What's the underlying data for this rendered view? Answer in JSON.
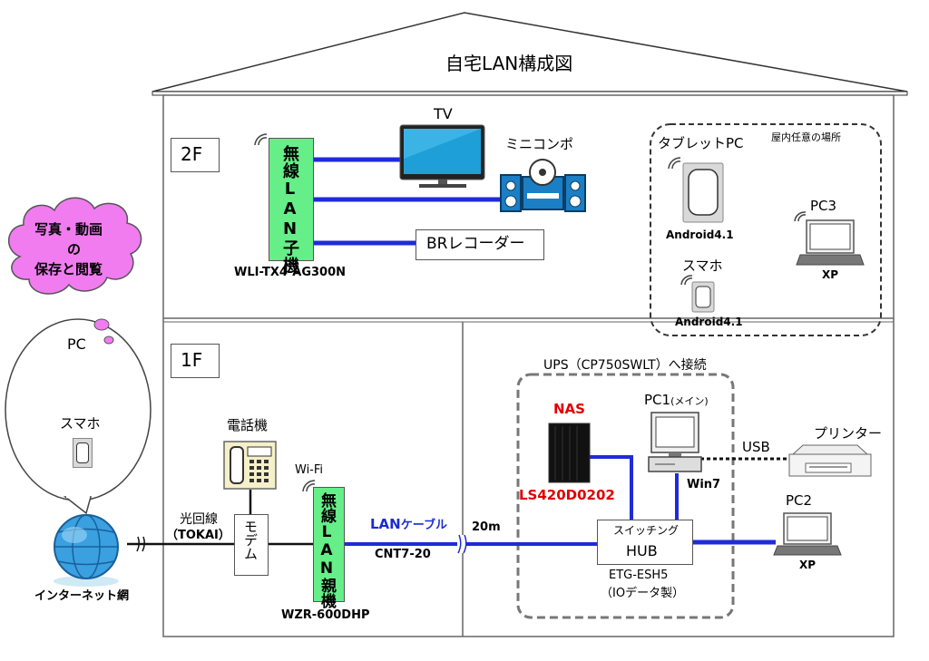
{
  "title": "自宅LAN構成図",
  "floors": {
    "f2": "2F",
    "f1": "1F"
  },
  "floor2": {
    "wireless_child_label": "無線LAN子機",
    "wireless_child_model": "WLI-TX4-AG300N",
    "tv": "TV",
    "minicompo": "ミニコンポ",
    "br_recorder": "BRレコーダー",
    "anywhere_area": "屋内任意の場所",
    "tablet": "タブレットPC",
    "tablet_os": "Android4.1",
    "smartphone": "スマホ",
    "smartphone_os": "Android4.1",
    "pc3": "PC3",
    "pc3_os": "XP"
  },
  "floor1": {
    "phone": "電話機",
    "modem": "モデム",
    "wifi": "Wi-Fi",
    "router_label": "無線LAN親機",
    "router_model": "WZR-600DHP",
    "lan_cable_a": "LAN",
    "lan_cable_b": "ケーブル",
    "cable_model": "CNT7-20",
    "cable_length": "20m",
    "ups": "UPS（CP750SWLT）へ接続",
    "nas": "NAS",
    "nas_model": "LS420D0202",
    "pc1": "PC1",
    "pc1_note": "(メイン)",
    "pc1_os": "Win7",
    "usb": "USB",
    "printer": "プリンター",
    "hub_top": "スイッチング",
    "hub_bottom": "HUB",
    "hub_model": "ETG-ESH5",
    "hub_maker": "（IOデータ製）",
    "pc2": "PC2",
    "pc2_os": "XP"
  },
  "outside": {
    "fiber_line": "光回線",
    "provider": "（TOKAI）",
    "internet": "インターネット網",
    "cloud_line1": "写真・動画",
    "cloud_line2": "の",
    "cloud_line3": "保存と閲覧",
    "remote_pc": "PC",
    "remote_phone": "スマホ"
  },
  "colors": {
    "cable": "#1f2bd9",
    "wireless_box": "#66ee88",
    "cloud": "#f07cf0",
    "nas_red": "#e00000",
    "lan_blue": "#1a2bd1",
    "dashed": "#777777"
  }
}
